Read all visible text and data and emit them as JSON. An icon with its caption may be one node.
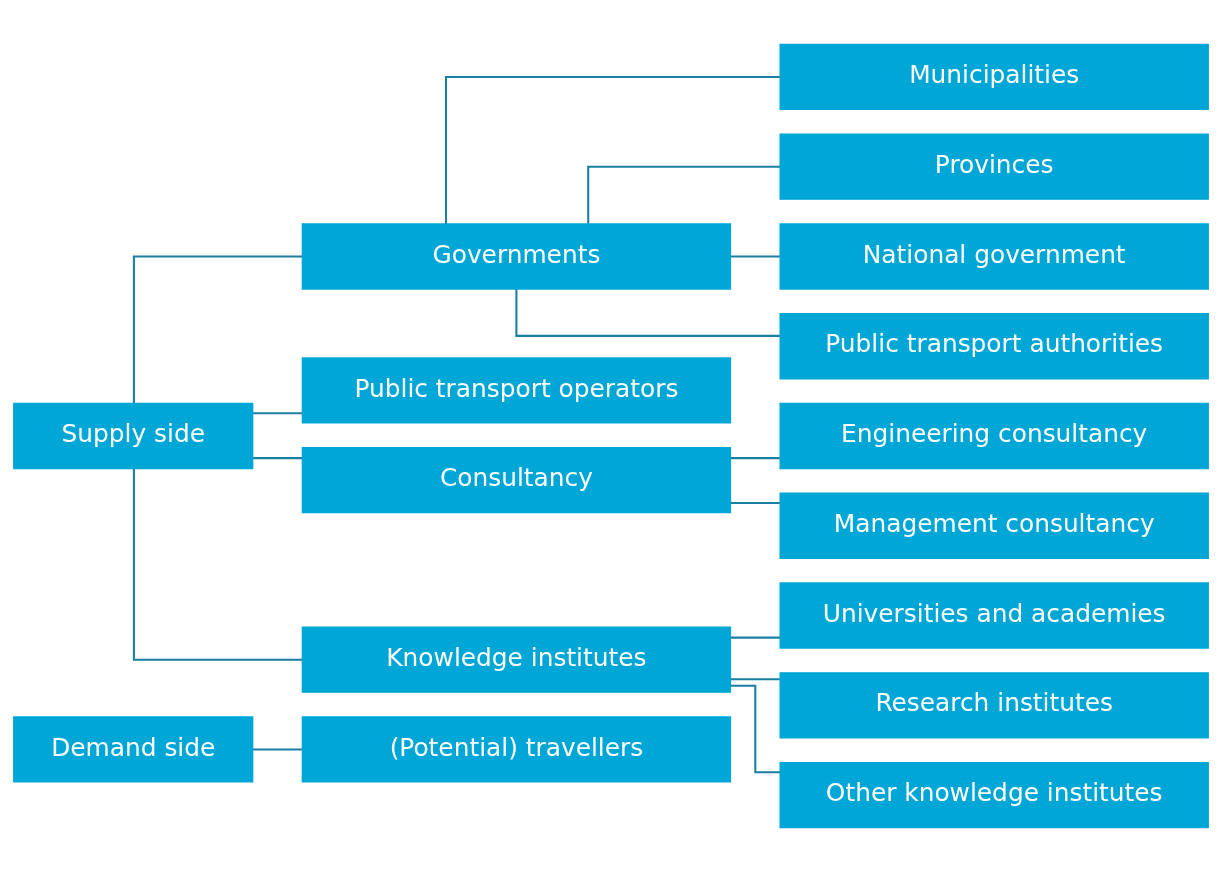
{
  "diagram": {
    "nodes": [
      {
        "text": [
          "Demand side"
        ]
      },
      {
        "text": [
          "(Potential) travellers"
        ]
      },
      {
        "text": [
          "Supply side"
        ]
      },
      {
        "text": [
          "Governments"
        ]
      },
      {
        "text": [
          "Public transport operators"
        ]
      },
      {
        "text": [
          "Consultancy"
        ]
      },
      {
        "text": [
          "Knowledge institutes"
        ]
      },
      {
        "text": [
          "Municipalities"
        ]
      },
      {
        "text": [
          "Provinces"
        ]
      },
      {
        "text": [
          "National government"
        ]
      },
      {
        "text": [
          "Public transport authorities"
        ]
      },
      {
        "text": [
          "Engineering consultancy"
        ]
      },
      {
        "text": [
          "Management consultancy"
        ]
      },
      {
        "text": [
          "Universities and academies"
        ]
      },
      {
        "text": [
          "Research institutes"
        ]
      },
      {
        "text": [
          "Other knowledge institutes"
        ]
      }
    ],
    "edges": [
      {
        "from": 0,
        "to": 1,
        "arrow": "none"
      },
      {
        "from": 2,
        "to": 3,
        "arrow": "none"
      },
      {
        "from": 2,
        "to": 4,
        "arrow": "none"
      },
      {
        "from": 2,
        "to": 5,
        "arrow": "none"
      },
      {
        "from": 2,
        "to": 6,
        "arrow": "none"
      },
      {
        "from": 3,
        "to": 7,
        "arrow": "none"
      },
      {
        "from": 3,
        "to": 8,
        "arrow": "none"
      },
      {
        "from": 3,
        "to": 9,
        "arrow": "none"
      },
      {
        "from": 3,
        "to": 10,
        "arrow": "none"
      },
      {
        "from": 5,
        "to": 11,
        "arrow": "none"
      },
      {
        "from": 5,
        "to": 12,
        "arrow": "none"
      },
      {
        "from": 6,
        "to": 13,
        "arrow": "none"
      },
      {
        "from": 6,
        "to": 14,
        "arrow": "none"
      },
      {
        "from": 6,
        "to": 15,
        "arrow": "none"
      }
    ]
  }
}
